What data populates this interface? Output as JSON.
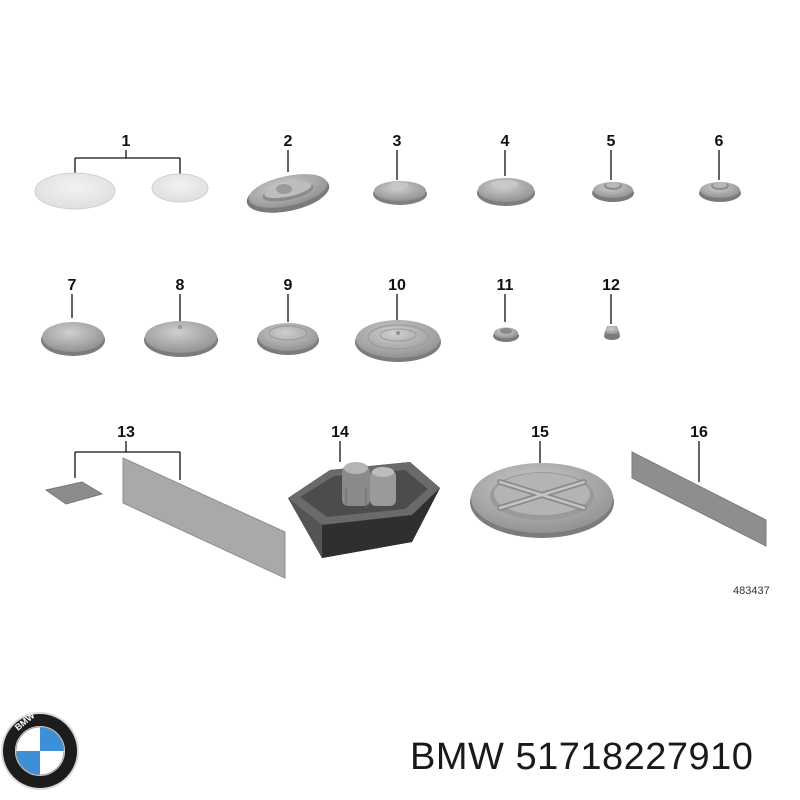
{
  "parts": [
    {
      "number": "1"
    },
    {
      "number": "2"
    },
    {
      "number": "3"
    },
    {
      "number": "4"
    },
    {
      "number": "5"
    },
    {
      "number": "6"
    },
    {
      "number": "7"
    },
    {
      "number": "8"
    },
    {
      "number": "9"
    },
    {
      "number": "10"
    },
    {
      "number": "11"
    },
    {
      "number": "12"
    },
    {
      "number": "13"
    },
    {
      "number": "14"
    },
    {
      "number": "15"
    },
    {
      "number": "16"
    }
  ],
  "reference_code": "483437",
  "caption": {
    "brand": "BMW",
    "part_number": "51718227910"
  },
  "logo": {
    "letters": "BMW",
    "colors": {
      "ring": "#1c1c1c",
      "blue": "#3d8fd6",
      "white": "#ffffff"
    }
  },
  "colors": {
    "part_gray": "#a8a8a8",
    "part_light": "#e6e6e6",
    "part_dark": "#6e6e6e",
    "line": "#111111"
  }
}
